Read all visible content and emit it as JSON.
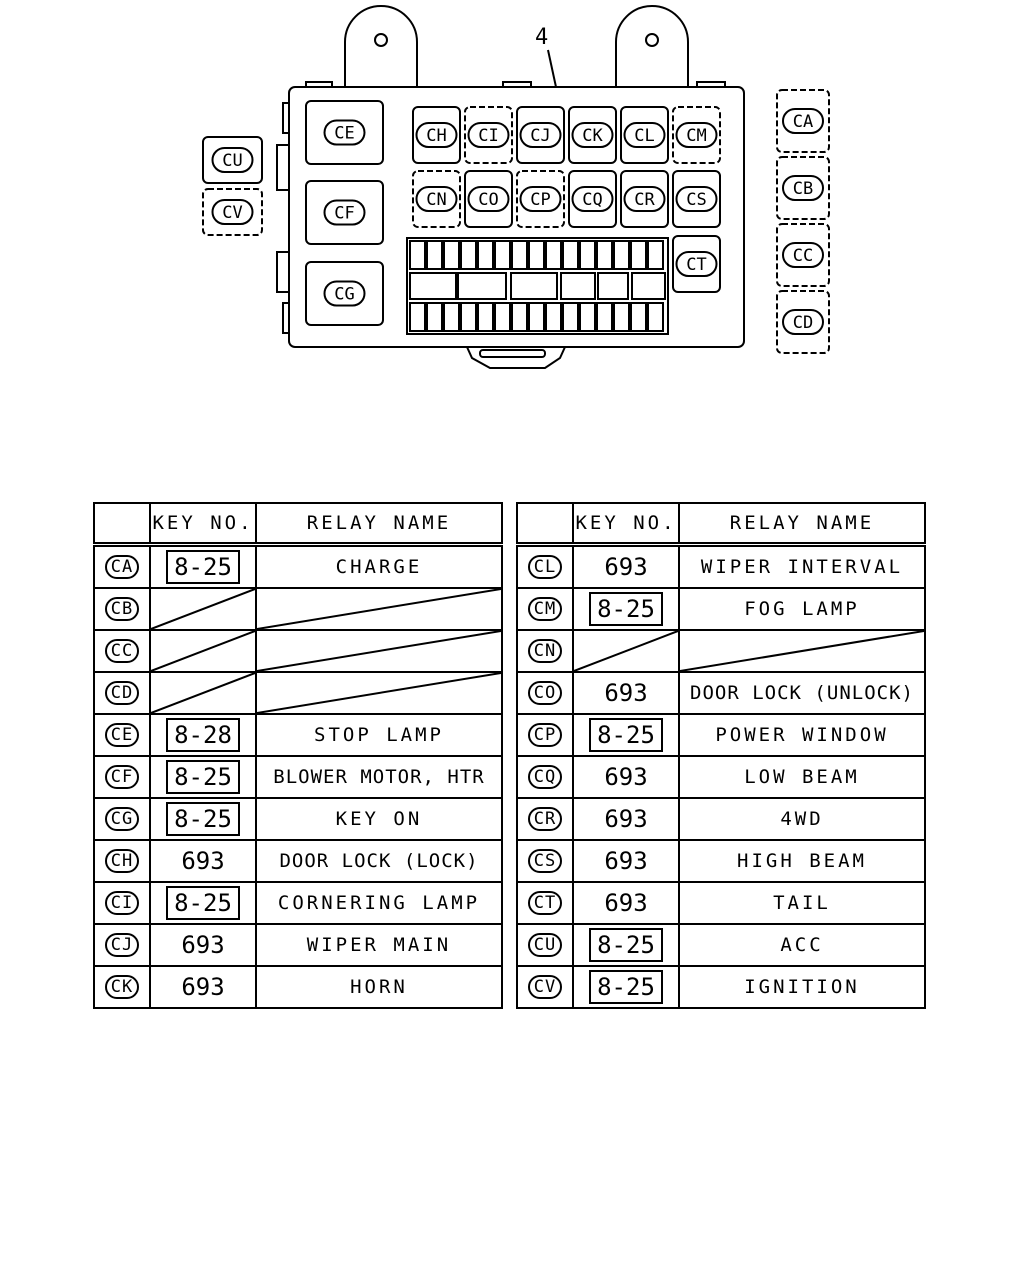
{
  "diagram": {
    "callout": "4",
    "box_codes": [
      "CE",
      "CF",
      "CG",
      "CH",
      "CI",
      "CJ",
      "CK",
      "CL",
      "CM",
      "CN",
      "CO",
      "CP",
      "CQ",
      "CR",
      "CS",
      "CT"
    ],
    "left_codes": [
      "CU",
      "CV"
    ],
    "right_codes": [
      "CA",
      "CB",
      "CC",
      "CD"
    ]
  },
  "table": {
    "col_headers": [
      "",
      "KEY NO.",
      "RELAY NAME"
    ],
    "left_rows": [
      {
        "code": "CA",
        "key": "8-25",
        "boxed": true,
        "name": "CHARGE"
      },
      {
        "code": "CB",
        "key": "",
        "boxed": false,
        "name": ""
      },
      {
        "code": "CC",
        "key": "",
        "boxed": false,
        "name": ""
      },
      {
        "code": "CD",
        "key": "",
        "boxed": false,
        "name": ""
      },
      {
        "code": "CE",
        "key": "8-28",
        "boxed": true,
        "name": "STOP LAMP"
      },
      {
        "code": "CF",
        "key": "8-25",
        "boxed": true,
        "name": "BLOWER MOTOR, HTR"
      },
      {
        "code": "CG",
        "key": "8-25",
        "boxed": true,
        "name": "KEY ON"
      },
      {
        "code": "CH",
        "key": "693",
        "boxed": false,
        "name": "DOOR LOCK (LOCK)"
      },
      {
        "code": "CI",
        "key": "8-25",
        "boxed": true,
        "name": "CORNERING LAMP"
      },
      {
        "code": "CJ",
        "key": "693",
        "boxed": false,
        "name": "WIPER MAIN"
      },
      {
        "code": "CK",
        "key": "693",
        "boxed": false,
        "name": "HORN"
      }
    ],
    "right_rows": [
      {
        "code": "CL",
        "key": "693",
        "boxed": false,
        "name": "WIPER INTERVAL"
      },
      {
        "code": "CM",
        "key": "8-25",
        "boxed": true,
        "name": "FOG LAMP"
      },
      {
        "code": "CN",
        "key": "",
        "boxed": false,
        "name": ""
      },
      {
        "code": "CO",
        "key": "693",
        "boxed": false,
        "name": "DOOR LOCK (UNLOCK)"
      },
      {
        "code": "CP",
        "key": "8-25",
        "boxed": true,
        "name": "POWER WINDOW"
      },
      {
        "code": "CQ",
        "key": "693",
        "boxed": false,
        "name": "LOW BEAM"
      },
      {
        "code": "CR",
        "key": "693",
        "boxed": false,
        "name": "4WD"
      },
      {
        "code": "CS",
        "key": "693",
        "boxed": false,
        "name": "HIGH BEAM"
      },
      {
        "code": "CT",
        "key": "693",
        "boxed": false,
        "name": "TAIL"
      },
      {
        "code": "CU",
        "key": "8-25",
        "boxed": true,
        "name": "ACC"
      },
      {
        "code": "CV",
        "key": "8-25",
        "boxed": true,
        "name": "IGNITION"
      }
    ]
  }
}
